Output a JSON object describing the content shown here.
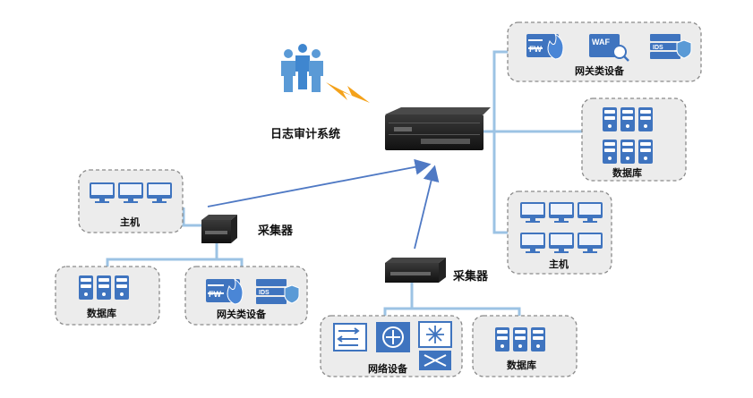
{
  "labels": {
    "log_audit_system": "日志审计系统",
    "collector_left": "采集器",
    "collector_bottom": "采集器",
    "left_host": "主机",
    "left_database": "数据库",
    "left_gateway": "网关类设备",
    "bottom_network": "网络设备",
    "bottom_database": "数据库",
    "right_gateway": "网关类设备",
    "right_database": "数据库",
    "right_host": "主机"
  },
  "icon_text": {
    "fw": "FW",
    "waf": "WAF",
    "ids": "IDS"
  },
  "colors": {
    "link_line": "#9cc3e4",
    "arrow": "#4f79c4",
    "icon_blue": "#3f74bf",
    "box_fill": "#ececec",
    "box_border": "#8a8a8a",
    "lightning": "#f4a21b",
    "people": "#3f86cf"
  }
}
